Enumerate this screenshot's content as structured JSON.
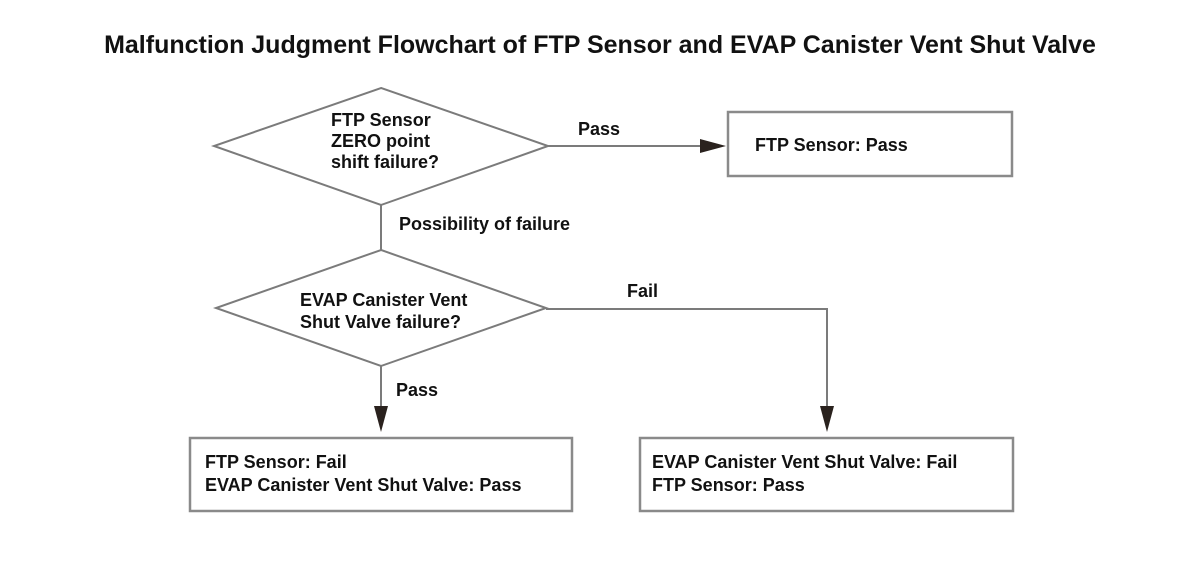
{
  "title": "Malfunction Judgment Flowchart of FTP Sensor and EVAP Canister Vent Shut Valve",
  "colors": {
    "background": "#ffffff",
    "line": "#7b7b7b",
    "box_border": "#8a8a8a",
    "arrowhead": "#2a221e",
    "text": "#111111"
  },
  "nodes": {
    "decision_ftp_zero": {
      "text": "FTP Sensor\nZERO point\nshift failure?"
    },
    "decision_evap_valve": {
      "text": "EVAP Canister Vent\nShut Valve failure?"
    },
    "result_ftp_pass": {
      "text": "FTP Sensor: Pass"
    },
    "result_ftp_fail_evap_pass": {
      "text": "FTP Sensor: Fail\nEVAP Canister Vent Shut Valve: Pass"
    },
    "result_evap_fail_ftp_pass": {
      "text": "EVAP Canister Vent Shut Valve: Fail\nFTP Sensor: Pass"
    }
  },
  "edges": {
    "ftp_pass": {
      "label": "Pass"
    },
    "possibility_of_failure": {
      "label": "Possibility of failure"
    },
    "evap_fail": {
      "label": "Fail"
    },
    "evap_pass": {
      "label": "Pass"
    }
  }
}
